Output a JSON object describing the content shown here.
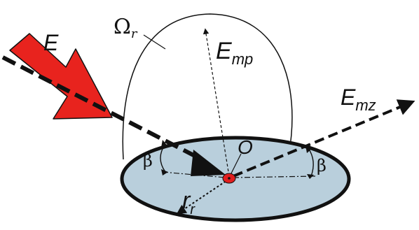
{
  "labels": {
    "omega": "Ω",
    "omega_sub": "r",
    "e_incident": "E",
    "e_mp": "E",
    "e_mp_sub": "mp",
    "e_mz": "E",
    "e_mz_sub": "mz",
    "origin": "O",
    "beta_left": "β",
    "beta_right": "β",
    "radius": "r",
    "radius_sub": "r"
  },
  "colors": {
    "arrow_red": "#e8231e",
    "disk_fill": "#b9cfdc",
    "origin_red": "#e11f1f",
    "ink": "#111111"
  }
}
